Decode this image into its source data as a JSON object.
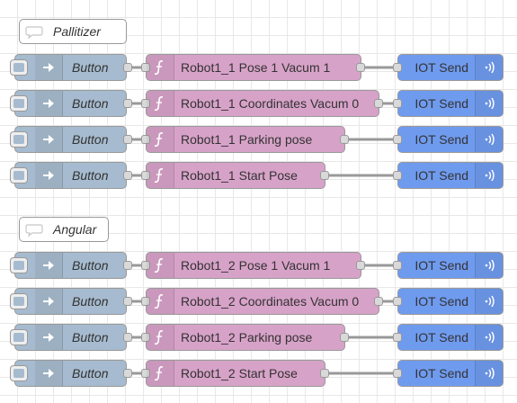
{
  "groups": [
    {
      "comment": "Pallitizer",
      "flows": [
        {
          "inject": "Button",
          "function": "Robot1_1 Pose 1 Vacum 1",
          "output": "IOT Send"
        },
        {
          "inject": "Button",
          "function": "Robot1_1 Coordinates Vacum 0",
          "output": "IOT Send"
        },
        {
          "inject": "Button",
          "function": "Robot1_1 Parking pose",
          "output": "IOT Send"
        },
        {
          "inject": "Button",
          "function": "Robot1_1 Start Pose",
          "output": "IOT Send"
        }
      ]
    },
    {
      "comment": "Angular",
      "flows": [
        {
          "inject": "Button",
          "function": "Robot1_2 Pose 1 Vacum 1",
          "output": "IOT Send"
        },
        {
          "inject": "Button",
          "function": "Robot1_2 Coordinates Vacum 0",
          "output": "IOT Send"
        },
        {
          "inject": "Button",
          "function": "Robot1_2 Parking pose",
          "output": "IOT Send"
        },
        {
          "inject": "Button",
          "function": "Robot1_2 Start Pose",
          "output": "IOT Send"
        }
      ]
    }
  ],
  "colors": {
    "inject_node": "#a6bbcf",
    "function_node": "#d7a2c8",
    "iot_node": "#6f9bef",
    "comment_node": "#ffffff",
    "wire": "#999999"
  },
  "icons": {
    "comment": "comment-bubble-icon",
    "inject": "inject-arrow-icon",
    "function": "function-icon",
    "iot": "broadcast-icon"
  }
}
